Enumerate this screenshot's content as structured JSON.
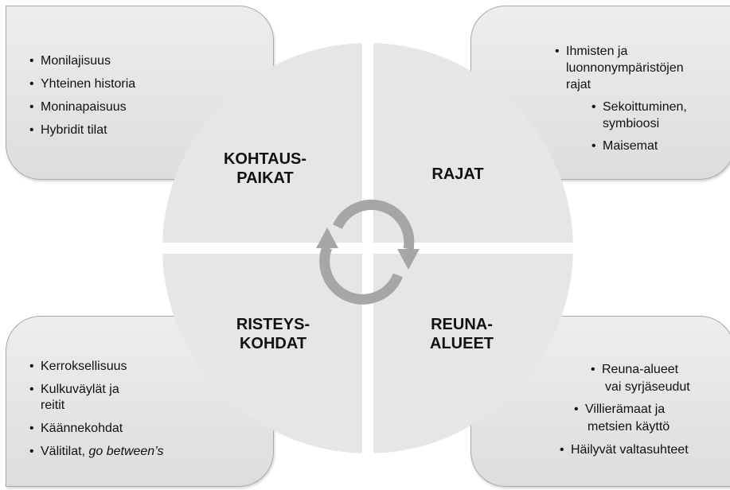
{
  "bullet_symbol": "•",
  "quadrants": {
    "top_left": {
      "title_line1": "KOHTAUS-",
      "title_line2": "PAIKAT"
    },
    "top_right": {
      "title_line1": "RAJAT"
    },
    "bottom_left": {
      "title_line1": "RISTEYS-",
      "title_line2": "KOHDAT"
    },
    "bottom_right": {
      "title_line1": "REUNA-",
      "title_line2": "ALUEET"
    }
  },
  "boxes": {
    "top_left": {
      "items": [
        "Monilajisuus",
        "Yhteinen historia",
        "Moninapaisuus",
        "Hybridit tilat"
      ]
    },
    "top_right": {
      "item1_lines": [
        "Ihmisten ja",
        "luonnonympäristöjen",
        "rajat"
      ],
      "item2_lines": [
        "Sekoittuminen,",
        "symbioosi"
      ],
      "item3": "Maisemat"
    },
    "bottom_left": {
      "item1": "Kerroksellisuus",
      "item2_lines": [
        "Kulkuväylät ja",
        "reitit"
      ],
      "item3": "Käännekohdat",
      "item4_text": "Välitilat, ",
      "item4_italic": "go between’s"
    },
    "bottom_right": {
      "item1_lines": [
        "Reuna-alueet",
        "vai syrjäseudut"
      ],
      "item2_lines": [
        "Villierämaat ja",
        "metsien käyttö"
      ],
      "item3": "Häilyvät valtasuhteet"
    }
  },
  "colors": {
    "wheel_fill": "#e6e6e6",
    "divider": "#ffffff",
    "box_fill": "#e4e4e4",
    "box_border": "#a9a9a9",
    "cycle_arrows": "#a6a6a6"
  },
  "icons": {
    "center": "cycle-arrows-icon"
  }
}
